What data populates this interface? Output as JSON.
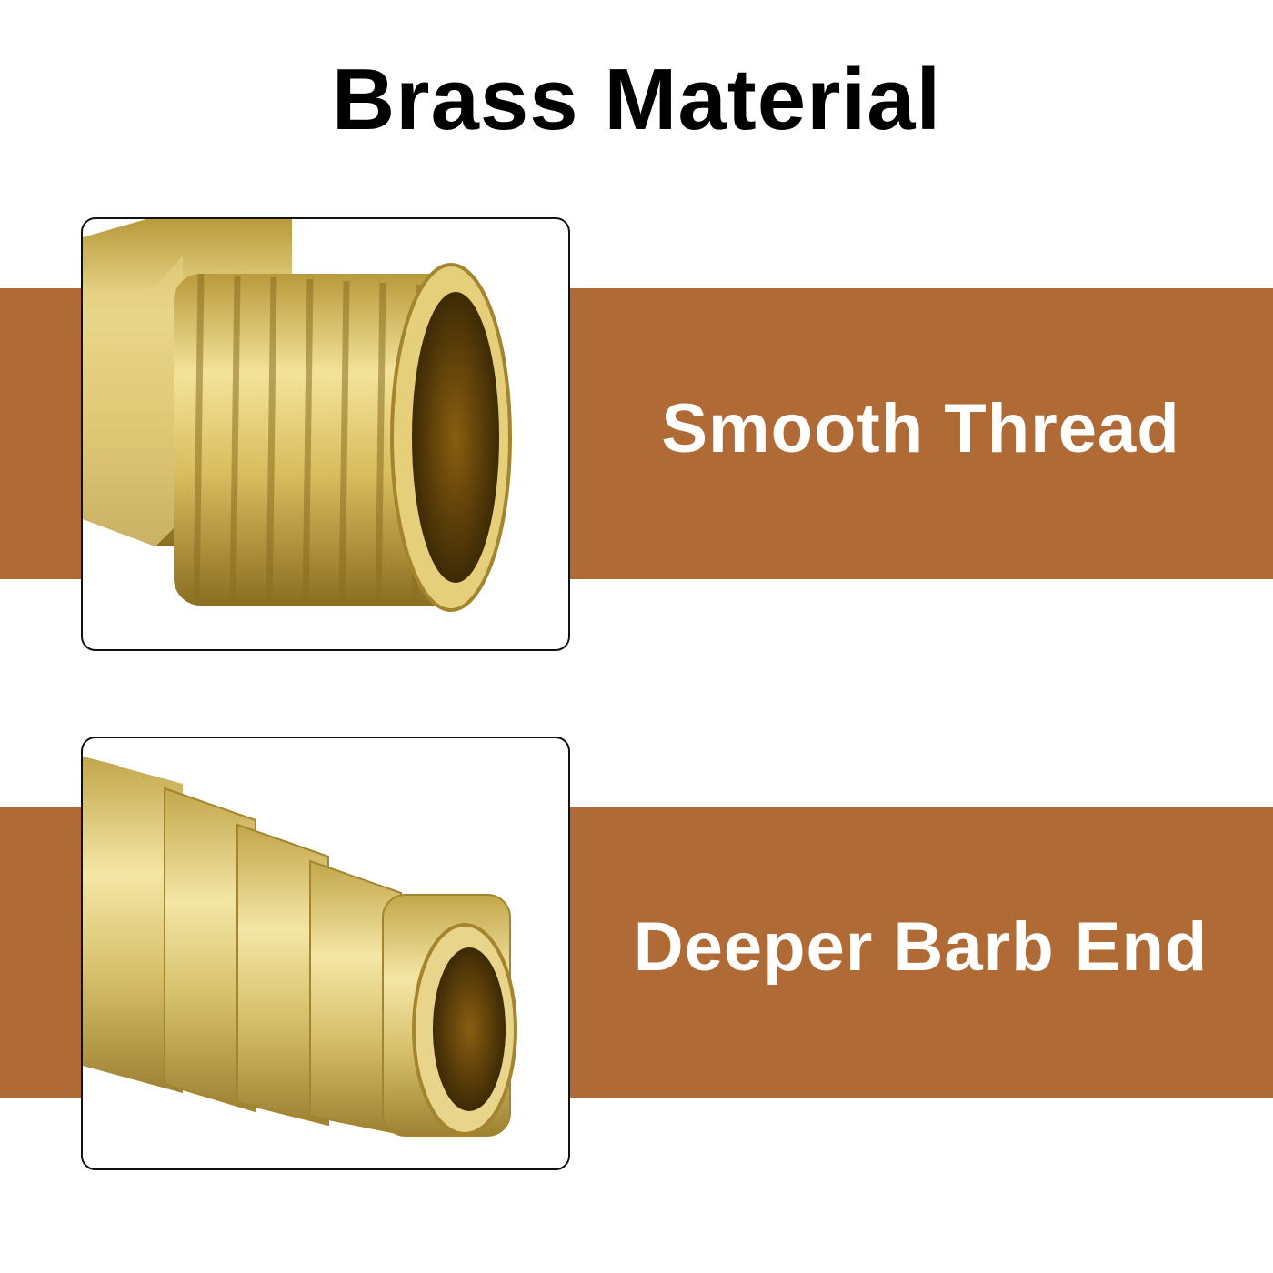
{
  "title": "Brass Material",
  "features": [
    {
      "label": "Smooth Thread",
      "image": "brass-threaded-end-photo"
    },
    {
      "label": "Deeper Barb End",
      "image": "brass-barb-end-photo"
    }
  ],
  "colors": {
    "band": "#B06A36",
    "brass": "#D9C06A",
    "text": "#FFFFFF"
  }
}
